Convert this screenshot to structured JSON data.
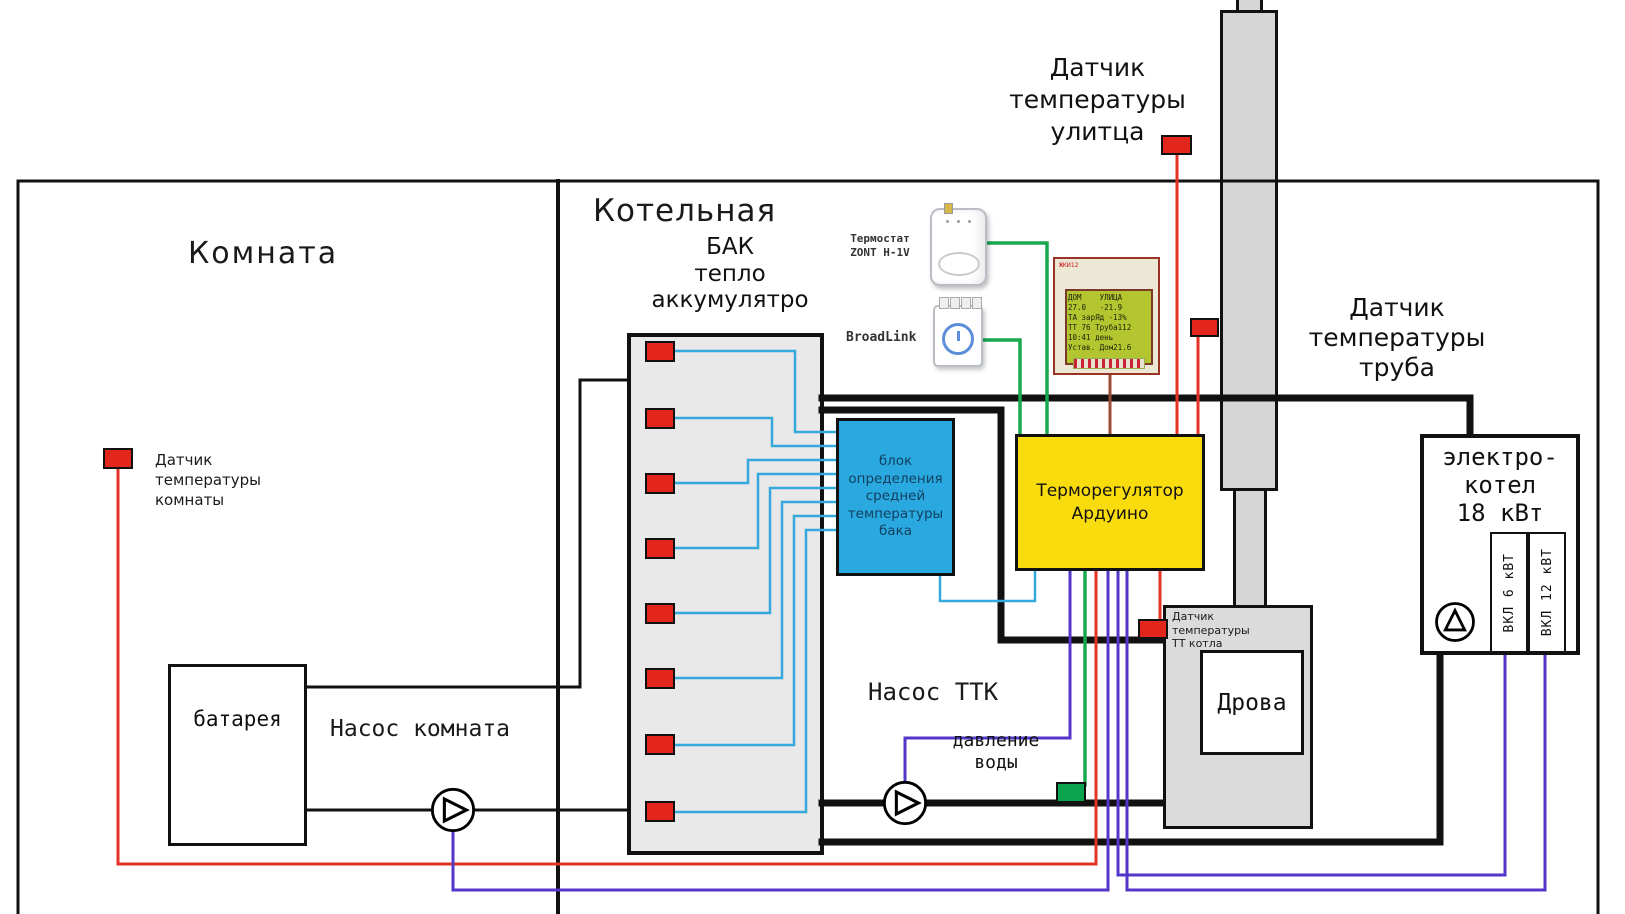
{
  "labels": {
    "room": "Комната",
    "boiler_room": "Котельная",
    "tank": [
      "БАК",
      "тепло",
      "аккумулятро"
    ],
    "battery": "батарея",
    "pump_room": "Насос комната",
    "pump_ttk": "Насос ТТК",
    "water_pressure": [
      "давление",
      "воды"
    ],
    "firewood": "Дрова",
    "electric_boiler": [
      "электро-",
      "котел",
      "18 кВт"
    ],
    "switch_6kw": "ВКЛ 6 кВТ",
    "switch_12kw": "ВКЛ 12 кВТ",
    "avg_block": "блок определения средней температуры бака",
    "arduino": [
      "Терморегулятор",
      "Ардуино"
    ]
  },
  "sensors": {
    "street": [
      "Датчик",
      "температуры",
      "улитца"
    ],
    "pipe": [
      "Датчик",
      "температуры",
      "труба"
    ],
    "room": [
      "Датчик",
      "температуры",
      "комнаты"
    ],
    "tt_boiler": [
      "Датчик",
      "температуры",
      "ТТ котла"
    ]
  },
  "devices": {
    "zont": [
      "Термостат",
      "ZONT H-1V"
    ],
    "broadlink": "BroadLink",
    "display_brand": "ЖКИ12",
    "display_lines": [
      "ДОМ    УЛИЦА",
      "27.0   -21.9",
      "ТА зарЯд -13%",
      "ТТ 76 Труба112",
      "10:41 день",
      "Устав. Дом21.6"
    ]
  },
  "colors": {
    "sensor_red": "#E3261C",
    "pressure_green": "#0AA44E",
    "wire_cyan": "#35A8DC",
    "wire_green": "#18A850",
    "wire_purple": "#5436C8",
    "wire_red": "#E53226",
    "wire_brown": "#9C4A38",
    "pipe_black": "#111111",
    "tank_gray": "#E9E9E9",
    "block_blue": "#29A9E0",
    "block_yellow": "#F9DC0E",
    "screen_green": "#B3C62F"
  }
}
